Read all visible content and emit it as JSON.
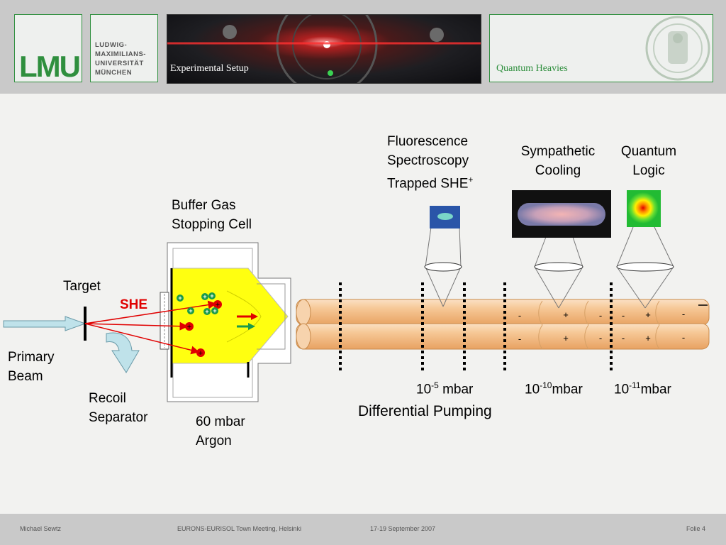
{
  "header": {
    "logo_text": "LMU",
    "university_lines": [
      "LUDWIG-",
      "MAXIMILIANS-",
      "UNIVERSITÄT",
      "MÜNCHEN"
    ],
    "slide_title": "Experimental Setup",
    "topic": "Quantum Heavies"
  },
  "diagram": {
    "target": "Target",
    "she": "SHE",
    "primary_beam": [
      "Primary",
      "Beam"
    ],
    "recoil_separator": [
      "Recoil",
      "Separator"
    ],
    "buffer_gas_cell": [
      "Buffer Gas",
      "Stopping Cell"
    ],
    "argon": [
      "60 mbar",
      "Argon"
    ],
    "fluorescence": [
      "Fluorescence",
      "Spectroscopy",
      "Trapped SHE"
    ],
    "fluorescence_sup": "+",
    "sympathetic": [
      "Sympathetic",
      "Cooling"
    ],
    "quantum_logic": [
      "Quantum",
      "Logic"
    ],
    "pressure_1": {
      "base": "10",
      "exp": "-5",
      "unit": " mbar"
    },
    "pressure_2": {
      "base": "10",
      "exp": "-10",
      "unit": "mbar"
    },
    "pressure_3": {
      "base": "10",
      "exp": "-11",
      "unit": "mbar"
    },
    "differential_pumping": "Differential Pumping",
    "ion_plus": "+",
    "rod_minus": "-",
    "rod_plus": "+"
  },
  "footer": {
    "author": "Michael Sewtz",
    "event": "EURONS-EURISOL Town Meeting, Helsinki",
    "date": "17-19 September 2007",
    "slide": "Folie 4"
  }
}
